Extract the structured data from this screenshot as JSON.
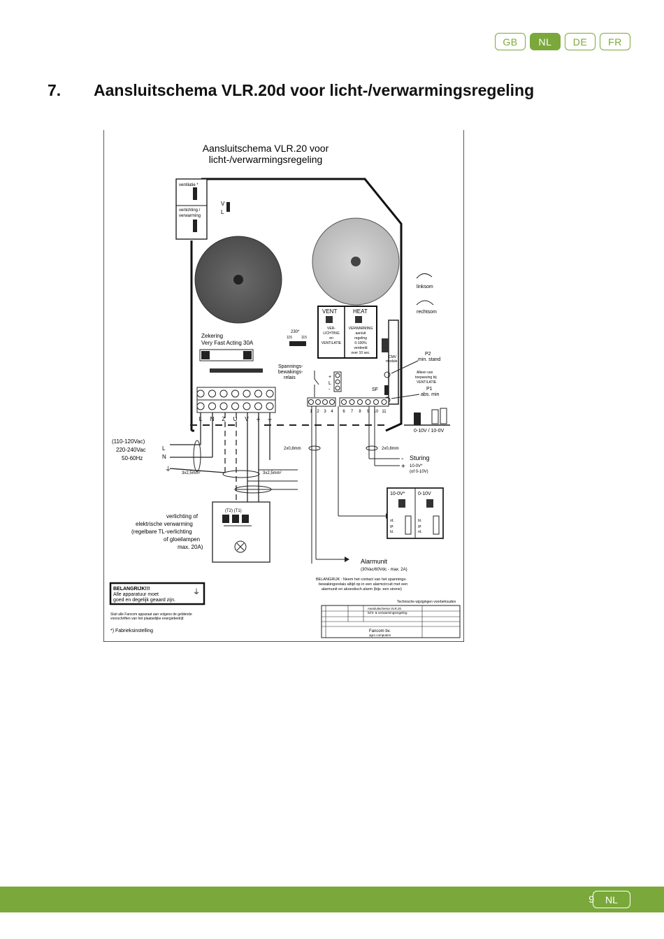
{
  "header": {
    "languages": [
      {
        "label": "GB",
        "active": false
      },
      {
        "label": "NL",
        "active": true
      },
      {
        "label": "DE",
        "active": false
      },
      {
        "label": "FR",
        "active": false
      }
    ]
  },
  "section": {
    "number": "7.",
    "title": "Aansluitschema VLR.20d voor licht-/verwarmingsregeling"
  },
  "diagram": {
    "title_line1": "Aansluitschema VLR.20 voor",
    "title_line2": "licht-/verwarmingsregeling",
    "jumper_top": "ventilatie *",
    "jumper_bottom_1": "verlichting /",
    "jumper_bottom_2": "verwarming",
    "vl_v": "V",
    "vl_l": "L",
    "linksom": "linksom",
    "rechtsom": "rechtsom",
    "vent": "VENT",
    "heat": "HEAT",
    "vent_desc_1": "VER-",
    "vent_desc_2": "LICHTING",
    "vent_desc_3": "en",
    "vent_desc_4": "VENTILATIE",
    "heat_desc_1": "VERWARMING",
    "heat_desc_2": "aan/uit",
    "heat_desc_3": "regeling",
    "heat_desc_4": "0-100%",
    "heat_desc_5": "verdeeld",
    "heat_desc_6": "over 10 sec.",
    "volt_230": "230*",
    "volt_115a": "115",
    "volt_115b": "115",
    "fuse_1": "Zekering",
    "fuse_2": "Very Fast Acting 30A",
    "cmv_1": "CMV",
    "cmv_2": "module",
    "p2_1": "P2",
    "p2_2": "min. stand",
    "only_1": "Alleen van",
    "only_2": "toepassing bij",
    "only_3": "VENTILATIE",
    "sf": "SF",
    "p1_1": "P1",
    "p1_2": "abs. min",
    "relay_1": "Spannings-",
    "relay_2": "bewakings-",
    "relay_3": "relais",
    "relay_plus": "+",
    "relay_l": "L",
    "relay_minus": "-",
    "terminals_main": [
      "L",
      "N",
      "Z",
      "U",
      "V",
      "⏚",
      "⏚"
    ],
    "terminals_a": [
      "1",
      "2",
      "3",
      "4"
    ],
    "terminals_b": [
      "6",
      "7",
      "8",
      "9",
      "10",
      "11"
    ],
    "range_label": "0-10V / 10-0V",
    "supply_1": "(110-120Vac)",
    "supply_2": "220-240Vac",
    "supply_3": "50-60Hz",
    "supply_l": "L",
    "supply_n": "N",
    "cable_1": "3x2,5mm²",
    "cable_2": "3x2,5mm²",
    "cable_3": "2x0,8mm",
    "cable_4": "2x0,8mm",
    "sturing_minus": "-",
    "sturing_plus": "+",
    "sturing": "Sturing",
    "sturing_2": "10-0V*",
    "sturing_3": "(of 0-10V)",
    "load_1": "verlichting of",
    "load_2": "elektrische verwarming",
    "load_3": "(regelbare TL-verlichting",
    "load_4": "of gloeilampen",
    "load_5": "max. 20A)",
    "t2t1": "(T2) (T1)",
    "box_a": "10-0V*",
    "box_b": "0-10V",
    "rgb_rd": "rd.",
    "rgb_gr": "gr.",
    "rgb_bl": "bl.",
    "rgb_bl2": "bl.",
    "rgb_gr2": "gr.",
    "rgb_rd2": "rd.",
    "alarm_1": "Alarmunit",
    "alarm_2": "(30Vac/60Vdc - max. 2A)",
    "important_1": "BELANGRIJK!!!",
    "important_2": "Alle apparatuur moet",
    "important_3": "goed en degelijk geaard zijn.",
    "note_1": "Sluit alle Fancom apparaat aan volgens de geldende",
    "note_2": "voorschriften van het plaatselijke energiebedrijf.",
    "factory": "*) Fabrieksinstelling",
    "belangrijk_1": "BELANGRIJK : Neem het contact van het spannings-",
    "belangrijk_2": "bewakingsrelais altijd op in een alarmcircuit met een",
    "belangrijk_3": "alarmunit en akoestisch alarm (bijv. een sirene)",
    "tech_note": "Technische wijzigingen voorbehouden",
    "tb_subject": "Aansluitschema VLR.20",
    "tb_subject_2": "licht- & verwarmingsregeling",
    "tb_company": "Fancom bv.",
    "tb_company_2": "agro computers"
  },
  "footer": {
    "page_number": "9",
    "language": "NL"
  }
}
